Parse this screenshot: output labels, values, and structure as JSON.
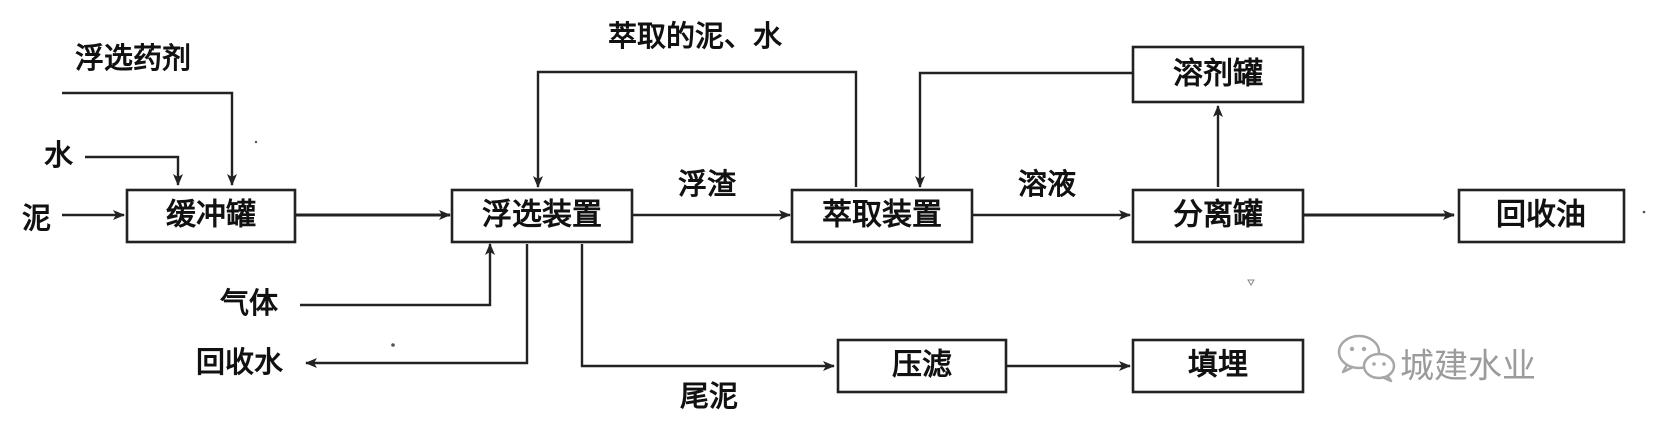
{
  "nodes": {
    "buffer_tank": "缓冲罐",
    "flotation_unit": "浮选装置",
    "extraction_unit": "萃取装置",
    "separation_tank": "分离罐",
    "recovered_oil": "回收油",
    "solvent_tank": "溶剂罐",
    "filter_press": "压滤",
    "landfill": "填埋"
  },
  "labels": {
    "flotation_agent": "浮选药剂",
    "water": "水",
    "sludge": "泥",
    "gas": "气体",
    "recovered_water": "回收水",
    "froth": "浮渣",
    "extracted_sludge_water": "萃取的泥、水",
    "solution": "溶液",
    "tailings": "尾泥"
  },
  "watermark": {
    "text": "城建水业",
    "icon": "wechat-icon"
  },
  "colors": {
    "line": "#222222",
    "watermark": "#7a7a7a"
  }
}
